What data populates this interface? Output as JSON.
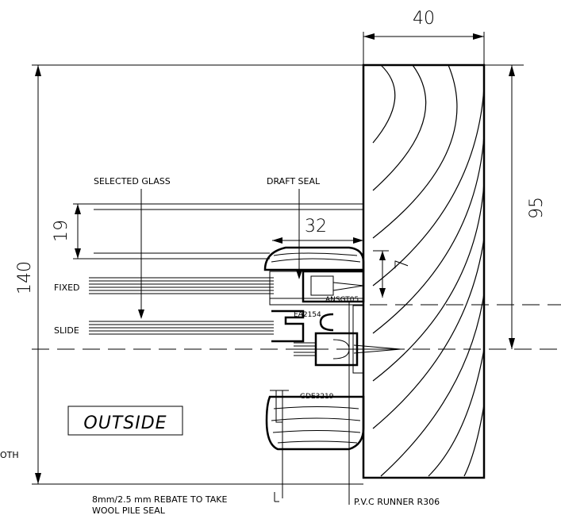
{
  "dimensions": {
    "timber_width": "40",
    "overall_height": "140",
    "upper_height": "95",
    "glass_spacing": "19",
    "seal_offset": "32",
    "small_offset": "7"
  },
  "labels": {
    "selected_glass": "SELECTED GLASS",
    "draft_seal": "DRAFT SEAL",
    "fixed": "FIXED",
    "slide": "SLIDE",
    "outside": "OUTSIDE",
    "rebate_line1": "8mm/2.5 mm REBATE TO TAKE",
    "rebate_line2": "WOOL PILE SEAL",
    "runner": "P.V.C RUNNER R306",
    "part_ansgt": "ANSGT05",
    "part_ea": "EA2154",
    "part_gde": "GDE3219",
    "cut_off_text": "OTH"
  }
}
